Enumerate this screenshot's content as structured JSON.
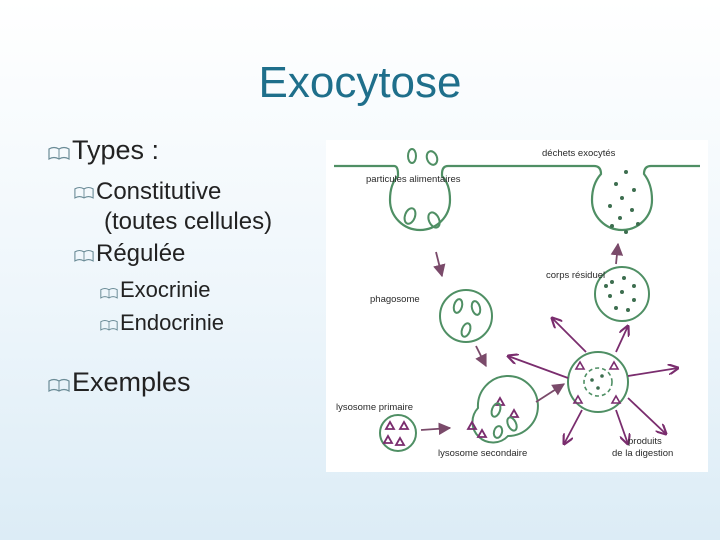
{
  "slide": {
    "title": "Exocytose",
    "bullets": [
      {
        "level": 1,
        "text": "Types :"
      },
      {
        "level": 2,
        "text": "Constitutive",
        "continuation": "(toutes cellules)"
      },
      {
        "level": 2,
        "text": "Régulée"
      },
      {
        "level": 3,
        "text": "Exocrinie"
      },
      {
        "level": 3,
        "text": "Endocrinie"
      },
      {
        "level": 1,
        "text": "Exemples"
      }
    ],
    "bullet_icon": "open-book-icon"
  },
  "figure": {
    "labels": {
      "particules": "particules alimentaires",
      "dechets": "déchets exocytés",
      "phagosome": "phagosome",
      "corps_residuel": "corps résiduel",
      "lysosome_primaire": "lysosome primaire",
      "lysosome_secondaire": "lysosome secondaire",
      "produits": "produits",
      "digestion": "de la digestion"
    },
    "colors": {
      "membrane": "#4f8f64",
      "lysosome": "#7a2d6e",
      "arrow": "#7a4a6a"
    }
  }
}
